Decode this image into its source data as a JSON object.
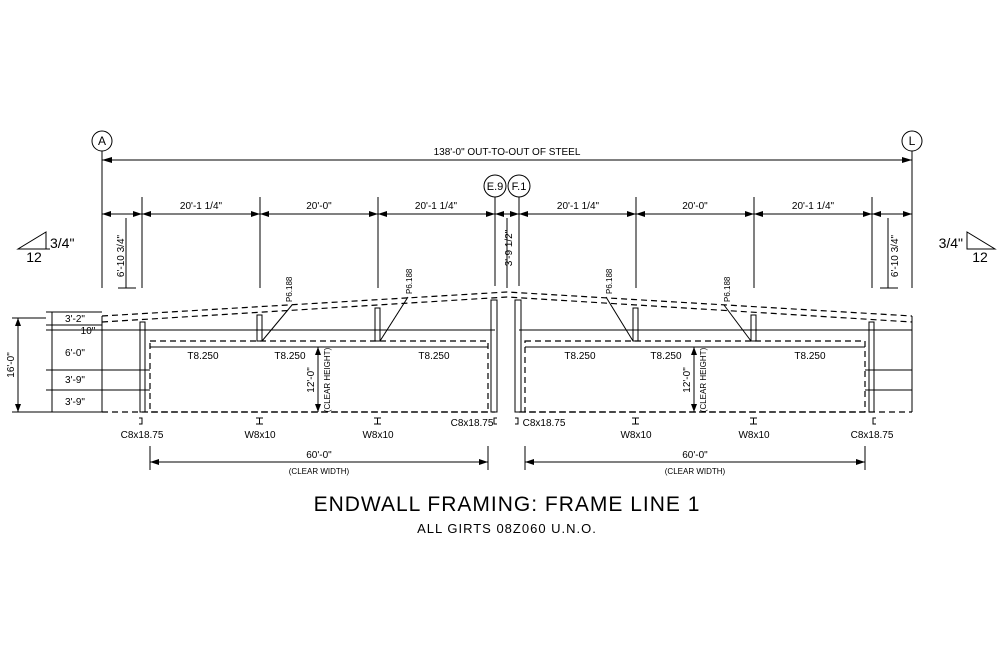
{
  "grid_bubbles": {
    "left": "A",
    "right": "L",
    "mid_left": "E.9",
    "mid_right": "F.1"
  },
  "overall_dim": "138'-0\" OUT-TO-OUT OF STEEL",
  "bay_dims": [
    "20'-1 1/4\"",
    "20'-0\"",
    "20'-1 1/4\"",
    "20'-1 1/4\"",
    "20'-0\"",
    "20'-1 1/4\""
  ],
  "column_height_dims": {
    "left": "6'-10 3/4\"",
    "center": "3'-9 1/2\"",
    "right": "6'-10 3/4\""
  },
  "roof_slope": {
    "rise": "3/4\"",
    "run": "12"
  },
  "girt_spacing_dims": [
    "3'-2\"",
    "10\"",
    "6'-0\"",
    "3'-9\"",
    "3'-9\""
  ],
  "eave_height": "16'-0\"",
  "braces": [
    "P6.188",
    "P6.188",
    "P6.188",
    "P6.188"
  ],
  "headers": [
    "T8.250",
    "T8.250",
    "T8.250",
    "T8.250",
    "T8.250",
    "T8.250"
  ],
  "clear_height": {
    "value": "12'-0\"",
    "label": "(CLEAR HEIGHT)"
  },
  "columns": [
    "C8x18.75",
    "W8x10",
    "W8x10",
    "C8x18.75",
    "C8x18.75",
    "W8x10",
    "W8x10",
    "C8x18.75"
  ],
  "clear_width": {
    "value": "60'-0\"",
    "label": "(CLEAR WIDTH)"
  },
  "title": "ENDWALL FRAMING: FRAME LINE 1",
  "subtitle": "ALL GIRTS 08Z060 U.N.O."
}
